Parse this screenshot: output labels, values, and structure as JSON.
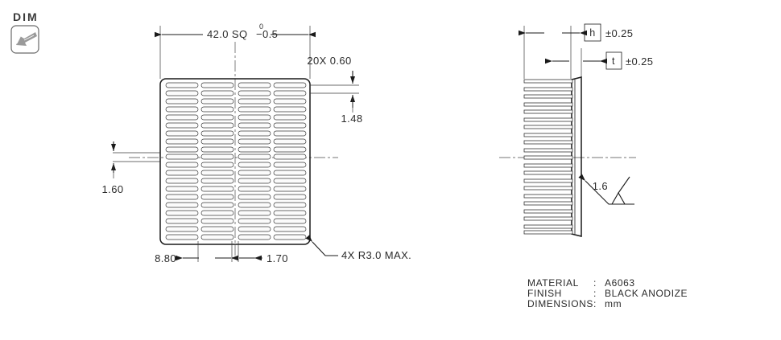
{
  "badge": {
    "label": "DIM",
    "icon": "caliper-icon"
  },
  "top_view": {
    "width_dim": {
      "value": "42.0 SQ",
      "tol_upper": "0",
      "tol_lower": "−0.5"
    },
    "pitch_callout": "20X 0.60",
    "fin_gap_right": "1.48",
    "fin_gap_left": "1.60",
    "bottom_dim_left": "8.80",
    "bottom_dim_right": "1.70",
    "corner_note": "4X R3.0 MAX.",
    "slot_columns": 4,
    "slot_rows": 20
  },
  "side_view": {
    "height_symbol": "h",
    "height_tol": "±0.25",
    "thickness_symbol": "t",
    "thickness_tol": "±0.25",
    "surface_finish": "1.6",
    "fin_count": 20
  },
  "notes": [
    {
      "key": "MATERIAL",
      "sep": ":",
      "value": "A6063"
    },
    {
      "key": "FINISH",
      "sep": ":",
      "value": "BLACK ANODIZE"
    },
    {
      "key": "DIMENSIONS",
      "sep": ":",
      "value": "mm"
    }
  ],
  "colors": {
    "line": "#1a1a1a",
    "extension": "#3a3a3a",
    "center": "#4a4a4a",
    "badge": "#9a9a9a"
  }
}
